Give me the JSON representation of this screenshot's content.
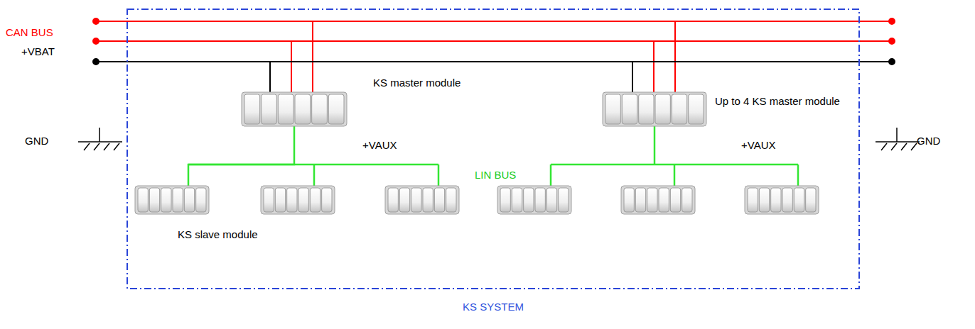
{
  "diagram": {
    "nodes": [
      {
        "text": [
          "KS SYSTEM"
        ]
      },
      {
        "text": [
          "KS master module"
        ],
        "in": 0
      },
      {
        "text": [
          "Up to 4 KS master module"
        ],
        "in": 0
      },
      {
        "text": [
          "KS slave module"
        ],
        "in": 0
      }
    ],
    "edges": [
      {
        "from": 1,
        "to": 3,
        "arrow": "none"
      }
    ],
    "labels": [
      "CAN BUS",
      "+VBAT",
      "GND",
      "GND",
      "+VAUX",
      "+VAUX",
      "LIN BUS"
    ]
  }
}
